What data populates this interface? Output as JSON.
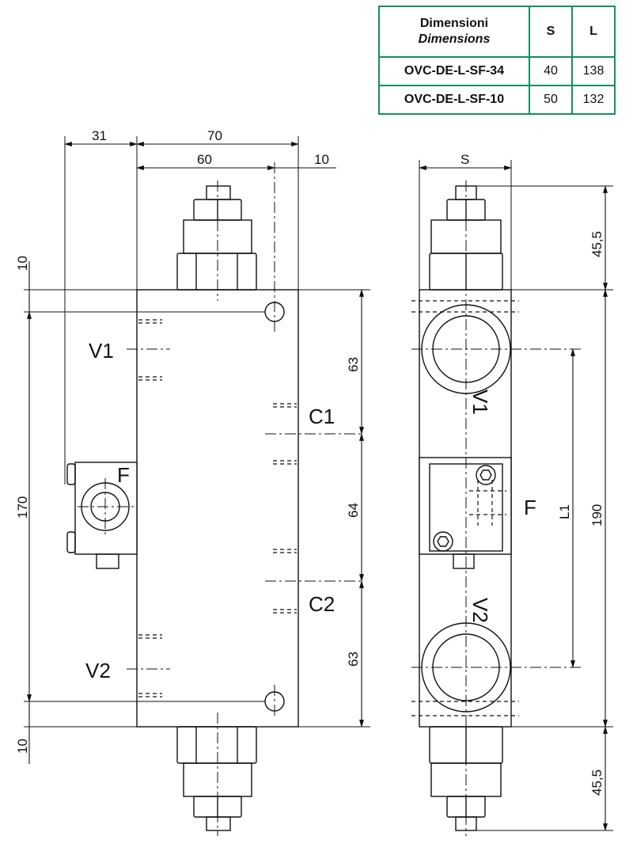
{
  "table": {
    "header": {
      "title_it": "Dimensioni",
      "title_en": "Dimensions",
      "col_s": "S",
      "col_l": "L"
    },
    "rows": [
      {
        "model": "OVC-DE-L-SF-34",
        "s": "40",
        "l": "138"
      },
      {
        "model": "OVC-DE-L-SF-10",
        "s": "50",
        "l": "132"
      }
    ]
  },
  "front_view": {
    "dims": {
      "d31": "31",
      "d70": "70",
      "d60": "60",
      "d10_top": "10",
      "d10_left_top": "10",
      "d170": "170",
      "d10_left_bottom": "10",
      "d63_top": "63",
      "d64": "64",
      "d63_bottom": "63"
    },
    "ports": {
      "v1": "V1",
      "v2": "V2",
      "c1": "C1",
      "c2": "C2",
      "f": "F"
    }
  },
  "side_view": {
    "dims": {
      "s": "S",
      "d45_5_top": "45,5",
      "d190": "190",
      "l1": "L1",
      "d45_5_bottom": "45,5"
    },
    "ports": {
      "v1": "V1",
      "v2": "V2",
      "f": "F"
    }
  },
  "colors": {
    "table_border": "#14905a",
    "line": "#111111"
  }
}
